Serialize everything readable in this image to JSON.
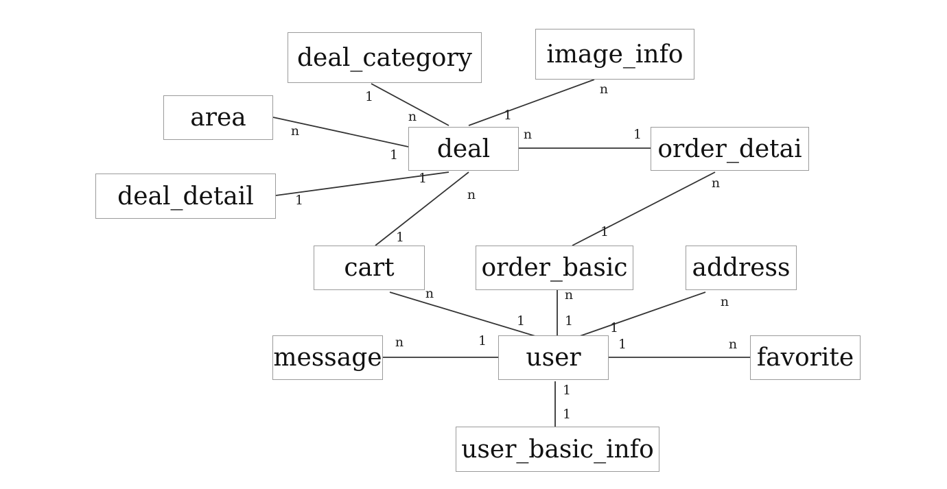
{
  "entities": {
    "deal_category": "deal_category",
    "image_info": "image_info",
    "area": "area",
    "deal": "deal",
    "order_detai": "order_detai",
    "deal_detail": "deal_detail",
    "cart": "cart",
    "order_basic": "order_basic",
    "address": "address",
    "message": "message",
    "user": "user",
    "favorite": "favorite",
    "user_basic_info": "user_basic_info"
  },
  "relations": [
    {
      "id": "deal_category-deal",
      "from": "deal_category",
      "to": "deal",
      "from_card": "1",
      "to_card": "n"
    },
    {
      "id": "image_info-deal",
      "from": "image_info",
      "to": "deal",
      "from_card": "n",
      "to_card": "1"
    },
    {
      "id": "area-deal",
      "from": "area",
      "to": "deal",
      "from_card": "n",
      "to_card": "1"
    },
    {
      "id": "deal-order_detai",
      "from": "deal",
      "to": "order_detai",
      "from_card": "n",
      "to_card": "1"
    },
    {
      "id": "deal_detail-deal",
      "from": "deal_detail",
      "to": "deal",
      "from_card": "1",
      "to_card": "1"
    },
    {
      "id": "deal-cart",
      "from": "deal",
      "to": "cart",
      "from_card": "n",
      "to_card": "1"
    },
    {
      "id": "order_detai-order_basic",
      "from": "order_detai",
      "to": "order_basic",
      "from_card": "n",
      "to_card": "1"
    },
    {
      "id": "cart-user",
      "from": "cart",
      "to": "user",
      "from_card": "n",
      "to_card": "1"
    },
    {
      "id": "order_basic-user",
      "from": "order_basic",
      "to": "user",
      "from_card": "n",
      "to_card": "1"
    },
    {
      "id": "address-user",
      "from": "address",
      "to": "user",
      "from_card": "n",
      "to_card": "1"
    },
    {
      "id": "message-user",
      "from": "message",
      "to": "user",
      "from_card": "n",
      "to_card": "1"
    },
    {
      "id": "user-favorite",
      "from": "user",
      "to": "favorite",
      "from_card": "1",
      "to_card": "n"
    },
    {
      "id": "user-user_basic_info",
      "from": "user",
      "to": "user_basic_info",
      "from_card": "1",
      "to_card": "1"
    }
  ]
}
